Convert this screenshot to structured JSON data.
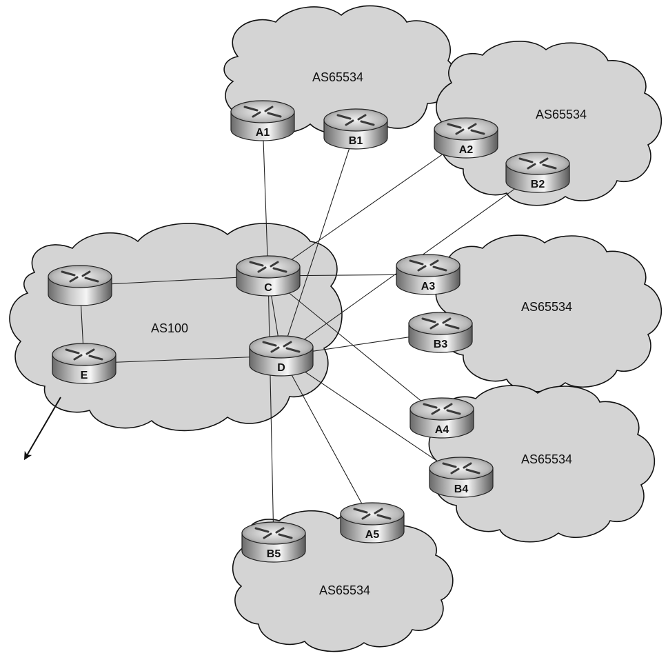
{
  "diagram": {
    "as_labels": {
      "top": "AS65534",
      "top_right": "AS65534",
      "core": "AS100",
      "right_middle": "AS65534",
      "right_lower": "AS65534",
      "bottom": "AS65534"
    },
    "routers": {
      "unlabeled": "",
      "e": "E",
      "c": "C",
      "d": "D",
      "a1": "A1",
      "b1": "B1",
      "a2": "A2",
      "b2": "B2",
      "a3": "A3",
      "b3": "B3",
      "a4": "A4",
      "b4": "B4",
      "a5": "A5",
      "b5": "B5"
    },
    "links": [
      [
        "c",
        "a1"
      ],
      [
        "d",
        "b1"
      ],
      [
        "c",
        "a2"
      ],
      [
        "d",
        "b2"
      ],
      [
        "c",
        "a3"
      ],
      [
        "d",
        "b3"
      ],
      [
        "c",
        "a4"
      ],
      [
        "d",
        "b4"
      ],
      [
        "d",
        "a5"
      ],
      [
        "c",
        "b5"
      ],
      [
        "unlabeled",
        "c"
      ],
      [
        "e",
        "d"
      ],
      [
        "unlabeled",
        "e"
      ],
      [
        "c",
        "d"
      ]
    ],
    "egress_arrow": "outbound-arrow"
  }
}
